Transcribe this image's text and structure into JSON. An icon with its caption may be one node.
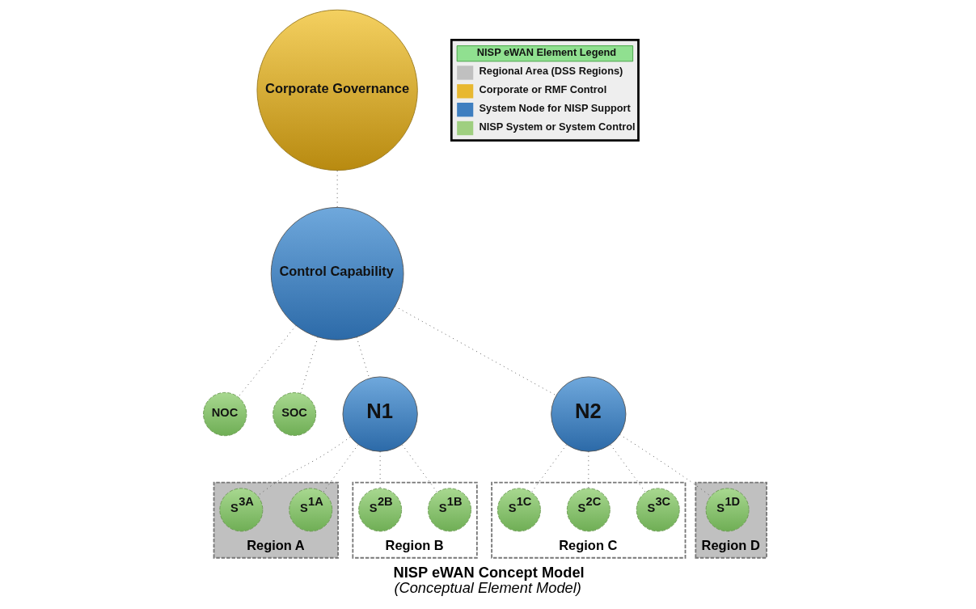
{
  "diagram": {
    "title": "NISP eWAN Concept Model",
    "caption": "(Conceptual Element Model)",
    "nodes": [
      {
        "text": [
          "NOC"
        ]
      },
      {
        "text": [
          "Corporate Governance"
        ]
      },
      {
        "text": [
          "Control Capability"
        ]
      },
      {
        "text": [
          "SOC"
        ]
      },
      {
        "text": [
          "Region A"
        ]
      },
      {
        "text": [
          "S$^{1A}$"
        ],
        "in": 4
      },
      {
        "text": [
          "S$^{3A}$"
        ],
        "in": 4
      },
      {
        "text": [
          "N1"
        ]
      },
      {
        "text": [
          "Region B"
        ]
      },
      {
        "text": [
          "S$^{1B}$"
        ],
        "in": 8
      },
      {
        "text": [
          "S$^{2B}$"
        ],
        "in": 8
      },
      {
        "text": [
          "Region C"
        ]
      },
      {
        "text": [
          "S$^{3C}$"
        ],
        "in": 11
      },
      {
        "text": [
          "S$^{2C}$"
        ],
        "in": 11
      },
      {
        "text": [
          "S$^{1C}$"
        ],
        "in": 11
      },
      {
        "text": [
          "N2"
        ]
      },
      {
        "text": [
          "Region D"
        ]
      },
      {
        "text": [
          "S$^{1D}$"
        ],
        "in": 16
      }
    ],
    "edges": [
      {
        "from": 1,
        "to": 2,
        "arrow": "none"
      },
      {
        "from": 2,
        "to": 0,
        "arrow": "none"
      },
      {
        "from": 2,
        "to": 3,
        "arrow": "none"
      },
      {
        "from": 2,
        "to": 7,
        "arrow": "none"
      },
      {
        "from": 2,
        "to": 15,
        "arrow": "none"
      },
      {
        "from": 7,
        "to": 5,
        "arrow": "none"
      },
      {
        "from": 7,
        "to": 6,
        "arrow": "none"
      },
      {
        "from": 7,
        "to": 9,
        "arrow": "none"
      },
      {
        "from": 7,
        "to": 10,
        "arrow": "none"
      },
      {
        "from": 15,
        "to": 12,
        "arrow": "none"
      },
      {
        "from": 15,
        "to": 13,
        "arrow": "none"
      },
      {
        "from": 15,
        "to": 14,
        "arrow": "none"
      },
      {
        "from": 15,
        "to": 17,
        "arrow": "none"
      }
    ],
    "labels": [
      "NISP eWAN Element Legend"
    ],
    "legend": [
      {
        "text": "Regional Area (DSS Regions)",
        "color": "#c0c0c0"
      },
      {
        "text": "Corporate or RMF Control",
        "color": "#e8b830"
      },
      {
        "text": "System Node for NISP Support",
        "color": "#3f7fc0"
      },
      {
        "text": "NISP System or System Control",
        "color": "#9fcf80"
      }
    ]
  }
}
